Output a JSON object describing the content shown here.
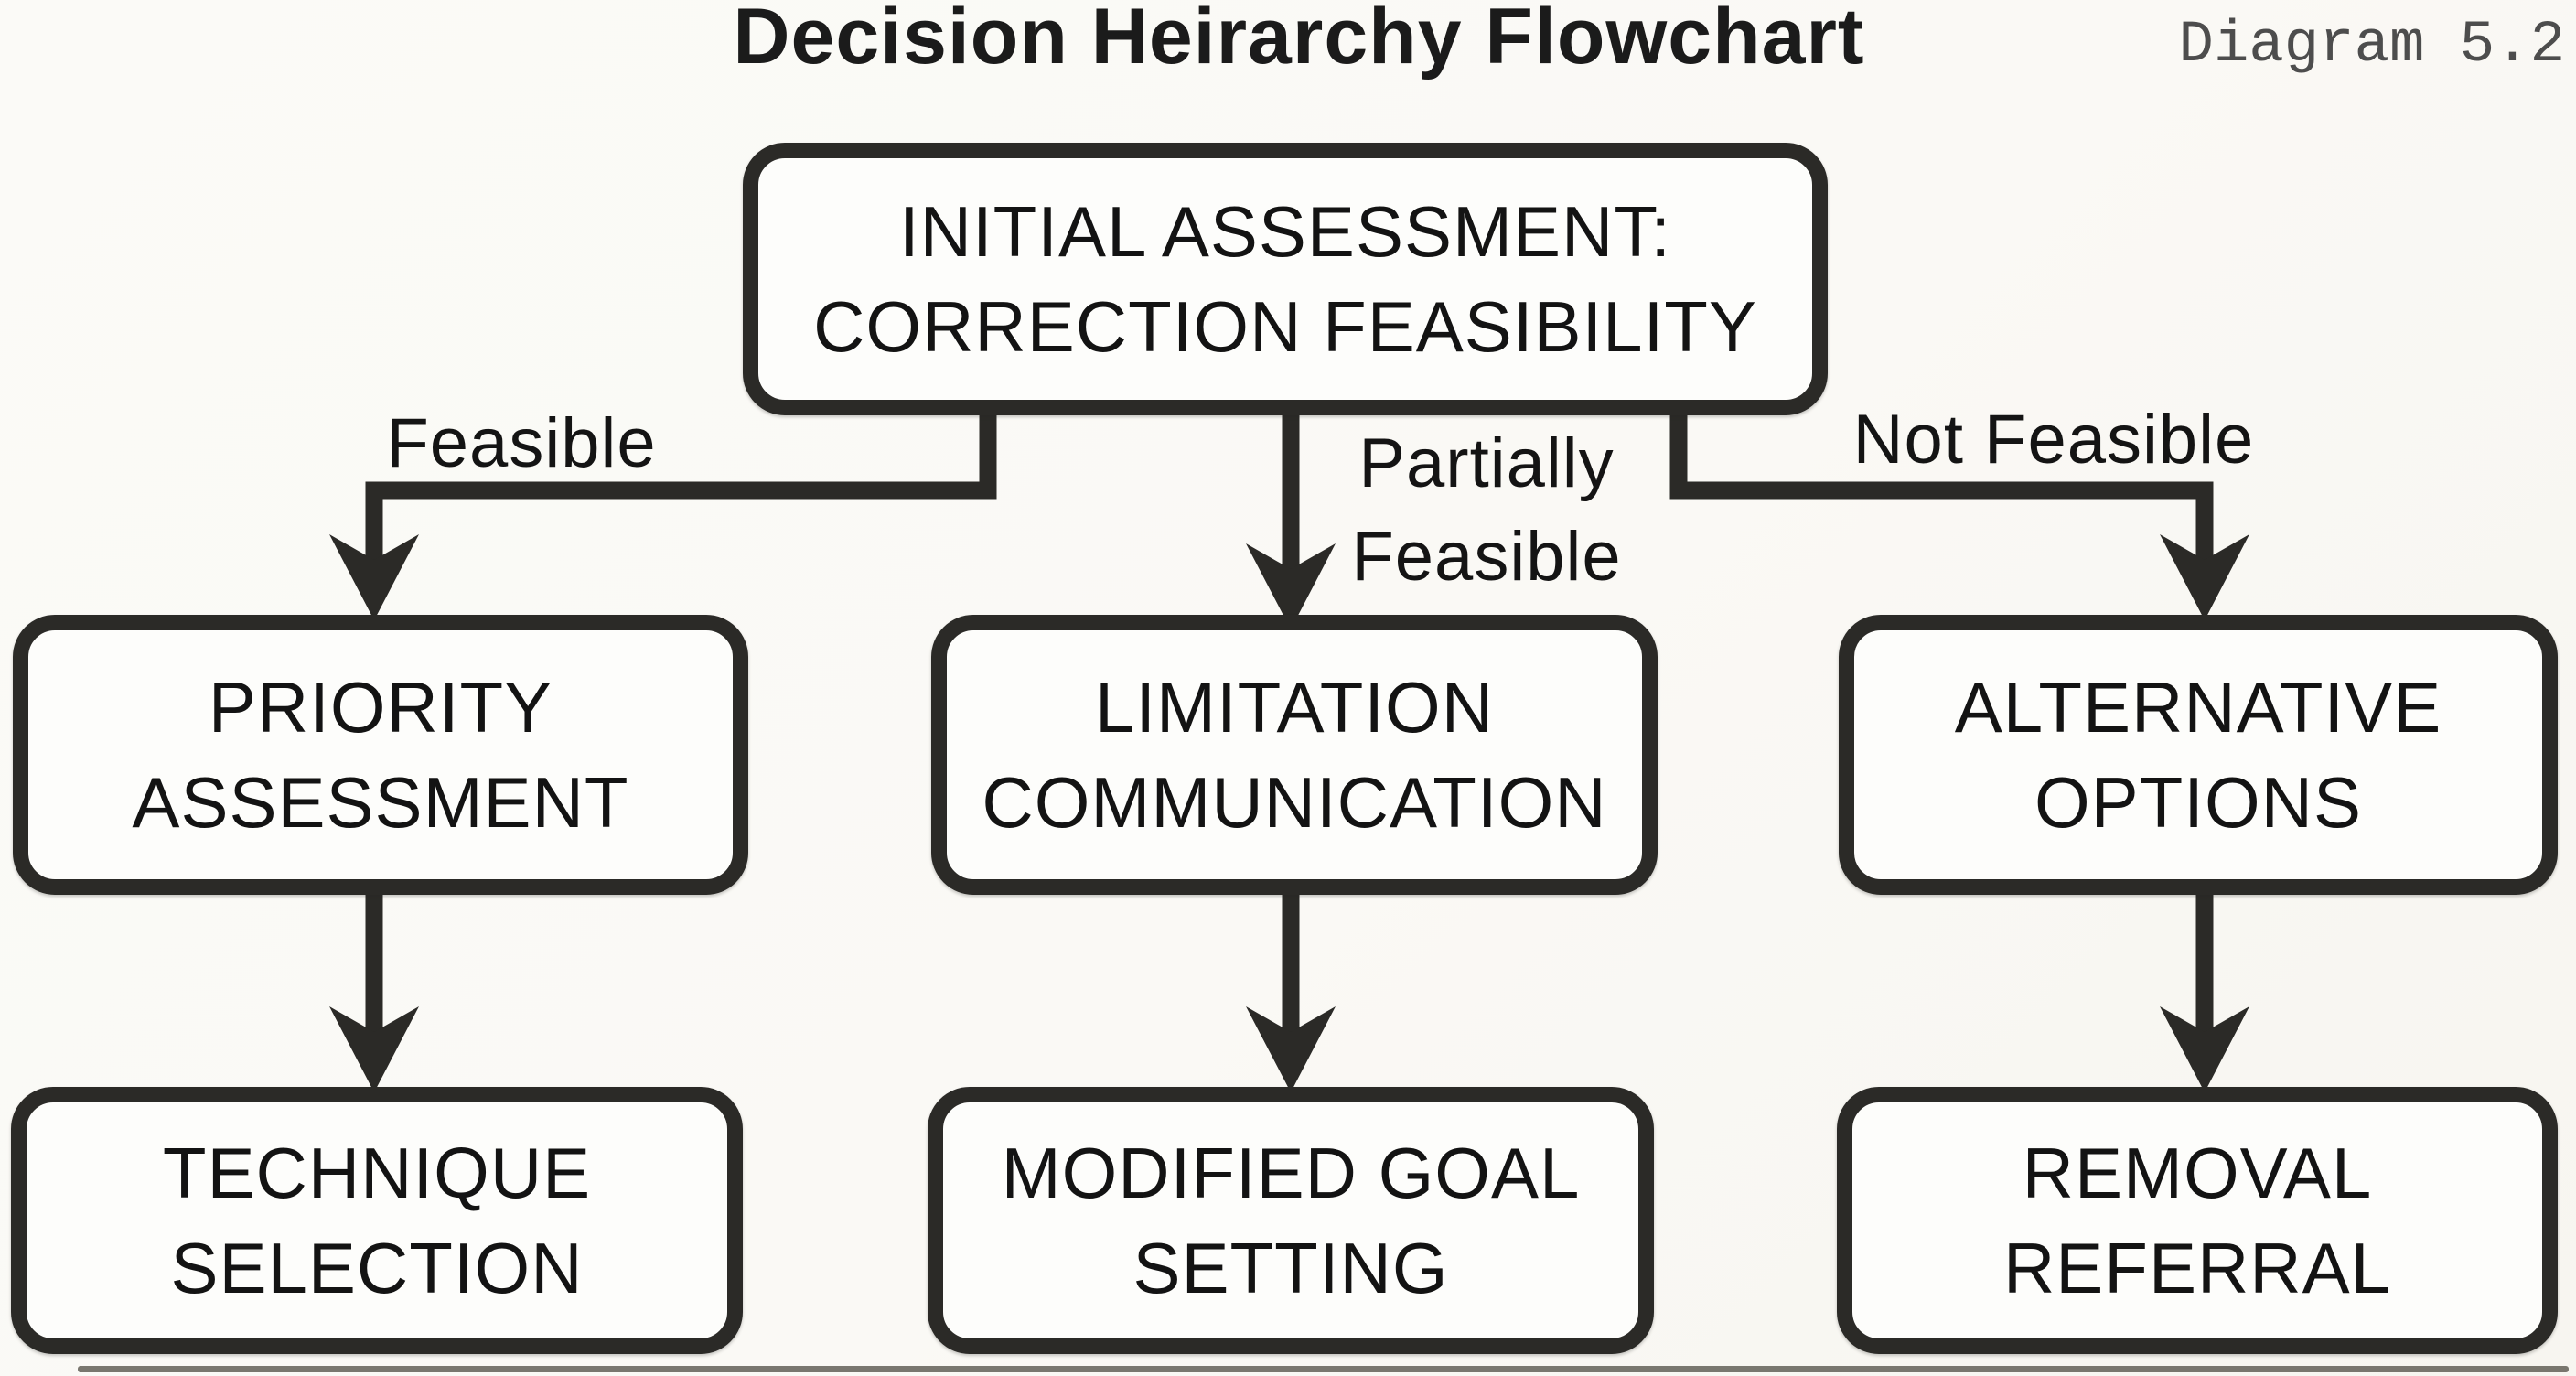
{
  "page": {
    "title": "Decision Heirarchy Flowchart",
    "corner_tag": "Diagram 5.2"
  },
  "flowchart": {
    "nodes": [
      {
        "id": "initial-assessment",
        "lines": [
          "INITIAL ASSESSMENT:",
          "CORRECTION FEASIBILITY"
        ]
      },
      {
        "id": "priority-assessment",
        "lines": [
          "PRIORITY",
          "ASSESSMENT"
        ]
      },
      {
        "id": "limitation-communication",
        "lines": [
          "LIMITATION",
          "COMMUNICATION"
        ]
      },
      {
        "id": "alternative-options",
        "lines": [
          "ALTERNATIVE",
          "OPTIONS"
        ]
      },
      {
        "id": "technique-selection",
        "lines": [
          "TECHNIQUE",
          "SELECTION"
        ]
      },
      {
        "id": "modified-goal-setting",
        "lines": [
          "MODIFIED GOAL",
          "SETTING"
        ]
      },
      {
        "id": "removal-referral",
        "lines": [
          "REMOVAL",
          "REFERRAL"
        ]
      }
    ],
    "edges": [
      {
        "from": "initial-assessment",
        "to": "priority-assessment",
        "label_lines": [
          "Feasible"
        ]
      },
      {
        "from": "initial-assessment",
        "to": "limitation-communication",
        "label_lines": [
          "Partially",
          "Feasible"
        ]
      },
      {
        "from": "initial-assessment",
        "to": "alternative-options",
        "label_lines": [
          "Not Feasible"
        ]
      },
      {
        "from": "priority-assessment",
        "to": "technique-selection",
        "label_lines": []
      },
      {
        "from": "limitation-communication",
        "to": "modified-goal-setting",
        "label_lines": []
      },
      {
        "from": "alternative-options",
        "to": "removal-referral",
        "label_lines": []
      }
    ],
    "colors": {
      "line": "#2b2a27",
      "node_text": "#131313",
      "node_fill": "#fdfdfb",
      "background": "#faf9f5",
      "title_text": "#1b1b1b",
      "corner_tag_text": "#4d4d4d"
    }
  }
}
